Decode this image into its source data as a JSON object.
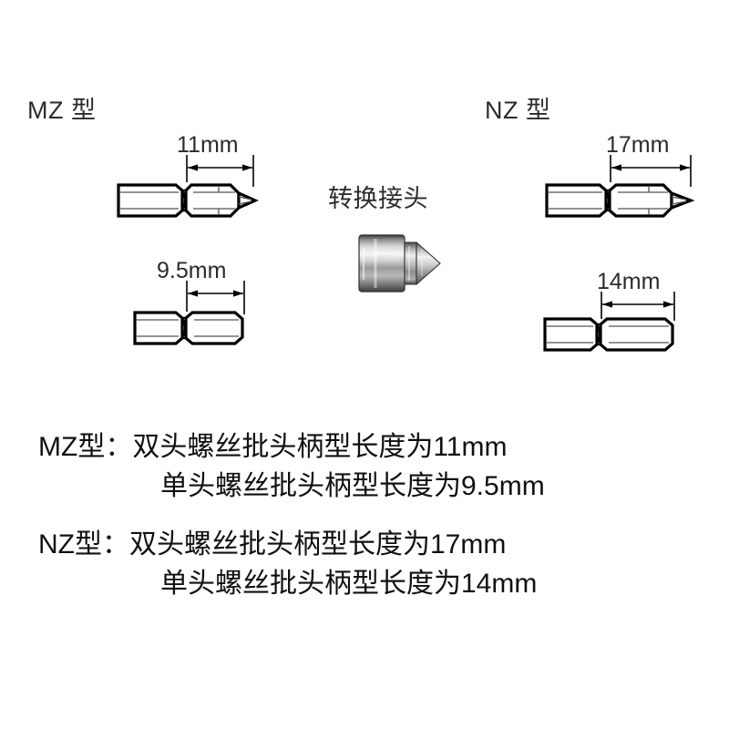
{
  "page": {
    "background_color": "#ffffff",
    "line_color": "#000000",
    "text_color": "#1a1a1a"
  },
  "sections": {
    "left": {
      "label": "MZ 型"
    },
    "right": {
      "label": "NZ 型"
    },
    "center": {
      "label": "转换接头",
      "icon": "conversion-adapter-icon"
    }
  },
  "dimensions": {
    "mz_double_head": "11mm",
    "mz_single_head": "9.5mm",
    "nz_double_head": "17mm",
    "nz_single_head": "14mm"
  },
  "drawings": {
    "mz_double_head": {
      "name": "mz-double-head-bit-drawing",
      "dimension": "11mm",
      "tip": "phillips"
    },
    "mz_single_head": {
      "name": "mz-single-head-bit-drawing",
      "dimension": "9.5mm",
      "tip": "hex-flat"
    },
    "nz_double_head": {
      "name": "nz-double-head-bit-drawing",
      "dimension": "17mm",
      "tip": "phillips"
    },
    "nz_single_head": {
      "name": "nz-single-head-bit-drawing",
      "dimension": "14mm",
      "tip": "hex-flat"
    },
    "adapter": {
      "name": "conversion-adapter-drawing",
      "material": "metallic"
    }
  },
  "description": {
    "mz": {
      "line1_prefix": "MZ型：",
      "line1_body": "双头螺丝批头柄型长度为11mm",
      "line2_body": "单头螺丝批头柄型长度为9.5mm"
    },
    "nz": {
      "line1_prefix": "NZ型：",
      "line1_body": "双头螺丝批头柄型长度为17mm",
      "line2_body": "单头螺丝批头柄型长度为14mm"
    }
  }
}
